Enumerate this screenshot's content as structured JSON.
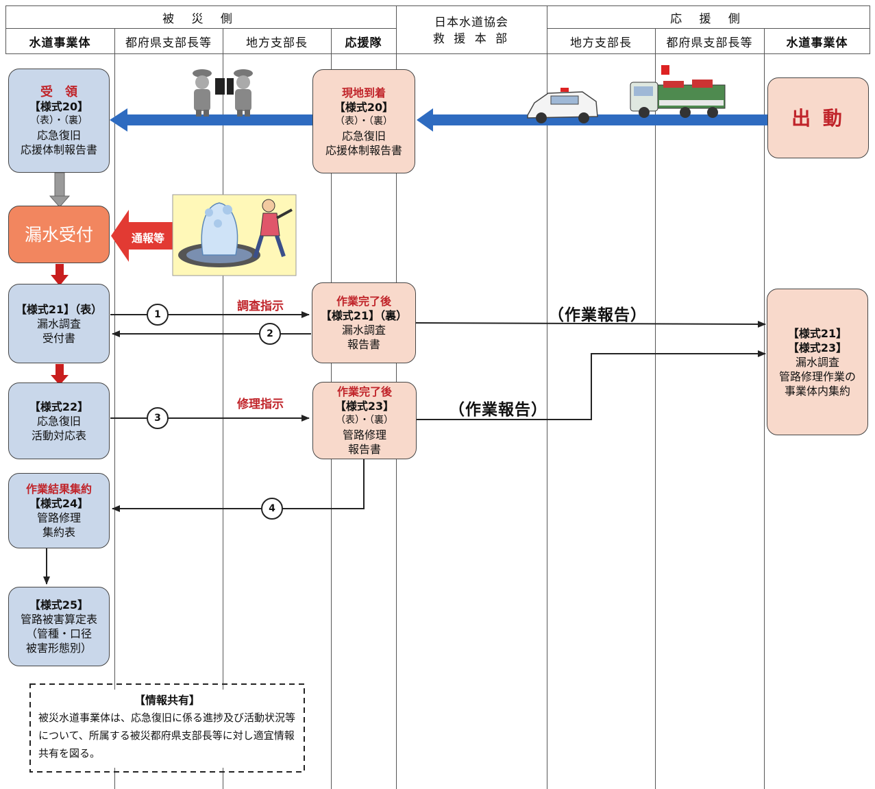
{
  "header": {
    "affected_side": "被 災 側",
    "hq_line1": "日本水道協会",
    "hq_line2": "救 援 本 部",
    "support_side": "応 援 側",
    "columns": [
      "水道事業体",
      "都府県支部長等",
      "地方支部長",
      "応援隊",
      "地方支部長",
      "都府県支部長等",
      "水道事業体"
    ]
  },
  "boxes": {
    "receipt": {
      "title": "受　領",
      "form": "【様式20】",
      "sides": "（表）・（裏）",
      "l1": "応急復旧",
      "l2": "応援体制報告書"
    },
    "arrival": {
      "title": "現地到着",
      "form": "【様式20】",
      "sides": "（表）・（裏）",
      "l1": "応急復旧",
      "l2": "応援体制報告書"
    },
    "dispatch": {
      "title": "出 動"
    },
    "leak_reception": {
      "title": "漏水受付"
    },
    "form21": {
      "form": "【様式21】（表）",
      "l1": "漏水調査",
      "l2": "受付書"
    },
    "after_work_1": {
      "title": "作業完了後",
      "form": "【様式21】（裏）",
      "l1": "漏水調査",
      "l2": "報告書"
    },
    "summary_right": {
      "f1": "【様式21】",
      "f2": "【様式23】",
      "l1": "漏水調査",
      "l2": "管路修理作業の",
      "l3": "事業体内集約"
    },
    "form22": {
      "form": "【様式22】",
      "l1": "応急復旧",
      "l2": "活動対応表"
    },
    "after_work_2": {
      "title": "作業完了後",
      "form": "【様式23】",
      "sides": "（表）・（裏）",
      "l1": "管路修理",
      "l2": "報告書"
    },
    "result_summary": {
      "title": "作業結果集約",
      "form": "【様式24】",
      "l1": "管路修理",
      "l2": "集約表"
    },
    "form25": {
      "form": "【様式25】",
      "l1": "管路被害算定表",
      "l2": "（管種・口径",
      "l3": "被害形態別）"
    }
  },
  "labels": {
    "notify": "通報等",
    "survey_instruction": "調査指示",
    "repair_instruction": "修理指示",
    "work_report_1": "（作業報告）",
    "work_report_2": "（作業報告）",
    "step1": "1",
    "step2": "2",
    "step3": "3",
    "step4": "4"
  },
  "info_box": {
    "title": "【情報共有】",
    "body": "被災水道事業体は、応急復旧に係る進捗及び活動状況等について、所属する被災都府県支部長等に対し適宜情報共有を図る。"
  },
  "colors": {
    "blue_box": "#c9d7ea",
    "pink_box": "#f8d9cb",
    "orange_box": "#f2865f",
    "red_text": "#c0242a",
    "blue_arrow": "#2e6bc0",
    "red_arrow": "#d43030"
  },
  "icons": [
    "staff-handover-icon",
    "survey-car-icon",
    "water-truck-icon",
    "leak-illustration"
  ]
}
